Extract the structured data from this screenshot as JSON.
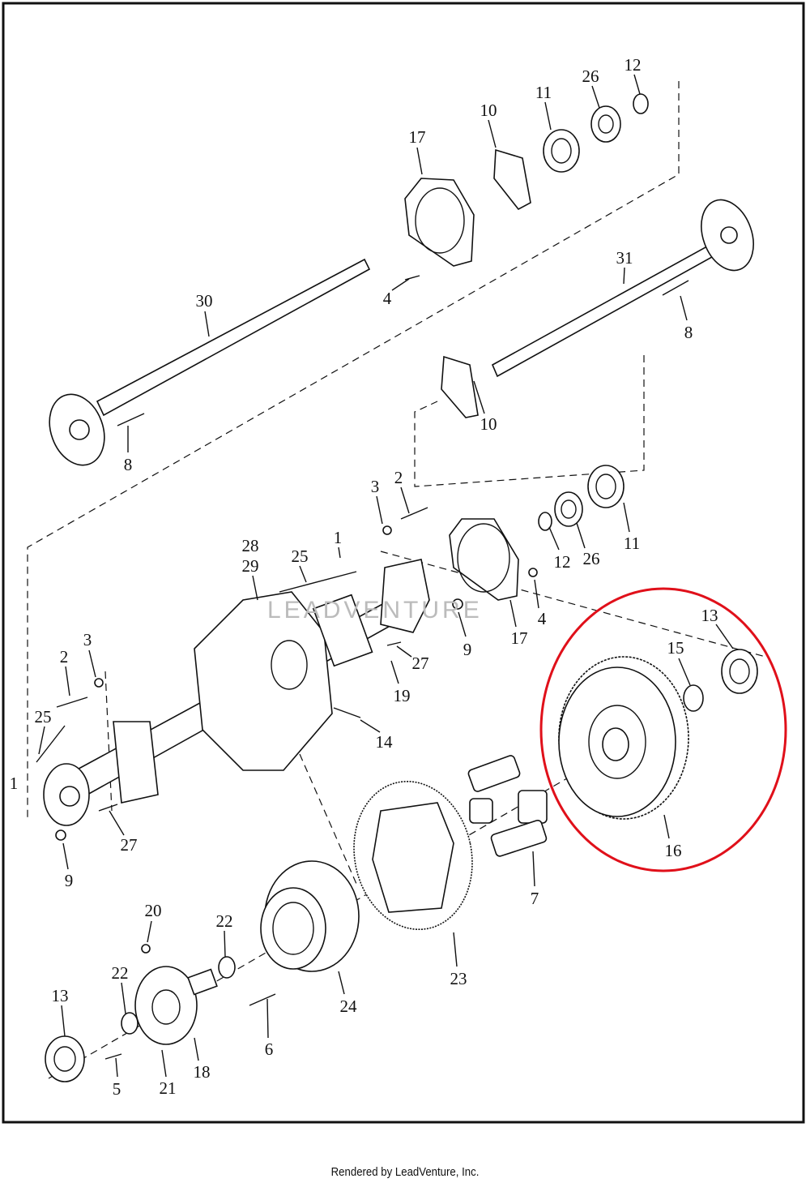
{
  "diagram": {
    "watermark": "LEADVENTURE",
    "highlight_color": "#e0101a",
    "highlighted_parts": [
      "13",
      "15",
      "16"
    ],
    "callouts": [
      "12",
      "26",
      "11",
      "10",
      "17",
      "30",
      "4",
      "31",
      "8",
      "8",
      "10",
      "3",
      "2",
      "12",
      "26",
      "11",
      "1",
      "28",
      "29",
      "25",
      "4",
      "9",
      "17",
      "27",
      "19",
      "13",
      "15",
      "3",
      "2",
      "14",
      "25",
      "1",
      "27",
      "9",
      "16",
      "7",
      "20",
      "22",
      "22",
      "23",
      "24",
      "13",
      "6",
      "18",
      "5",
      "21"
    ]
  },
  "footer": {
    "text": "Rendered by LeadVenture, Inc."
  }
}
